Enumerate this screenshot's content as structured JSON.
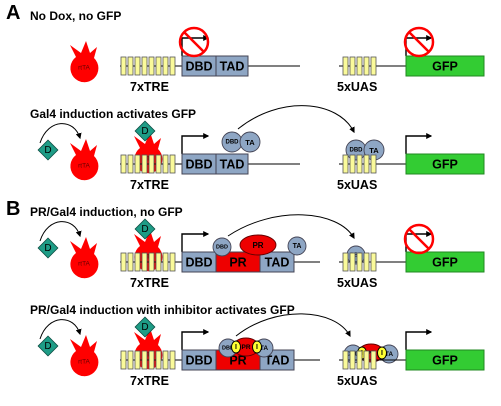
{
  "panels": {
    "a": {
      "letter": "A",
      "rows": [
        {
          "heading": "No Dox, no GFP"
        },
        {
          "heading": "Gal4 induction activates GFP"
        }
      ]
    },
    "b": {
      "letter": "B",
      "rows": [
        {
          "heading": "PR/Gal4 induction, no GFP"
        },
        {
          "heading": "PR/Gal4 induction with inhibitor activates GFP"
        }
      ]
    }
  },
  "labels": {
    "rtta": "rtTA",
    "dox": "D",
    "inhibitor": "I",
    "tre": "7xTRE",
    "uas": "5xUAS",
    "dbd": "DBD",
    "tad": "TAD",
    "pr": "PR",
    "gfp": "GFP",
    "dbd_short": "DBD",
    "ta_short": "TA"
  },
  "colors": {
    "rtta_red": "#ff0000",
    "dox_teal": "#1e9c86",
    "site_yellow": "#fafa9a",
    "box_blue": "#8ea6c4",
    "pr_red": "#ee0000",
    "gfp_green": "#33cc33",
    "inhibitor_yellow": "#ffff33"
  },
  "icons": {
    "blocked": "no-entry-icon",
    "promoter": "promoter-arrow-icon"
  }
}
